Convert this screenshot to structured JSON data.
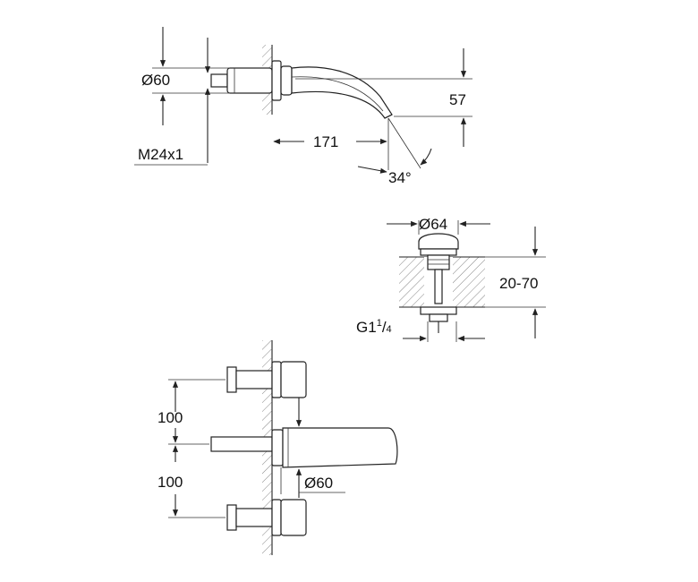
{
  "spout_view": {
    "diameter": "Ø60",
    "thread": "M24x1",
    "projection": "171",
    "height": "57",
    "angle": "34°"
  },
  "waste_view": {
    "diameter": "Ø64",
    "thickness_range": "20-70",
    "thread_prefix": "G1",
    "thread_num": "1",
    "thread_den": "4"
  },
  "wall_view": {
    "spacing_upper": "100",
    "spacing_lower": "100",
    "diameter": "Ø60"
  }
}
